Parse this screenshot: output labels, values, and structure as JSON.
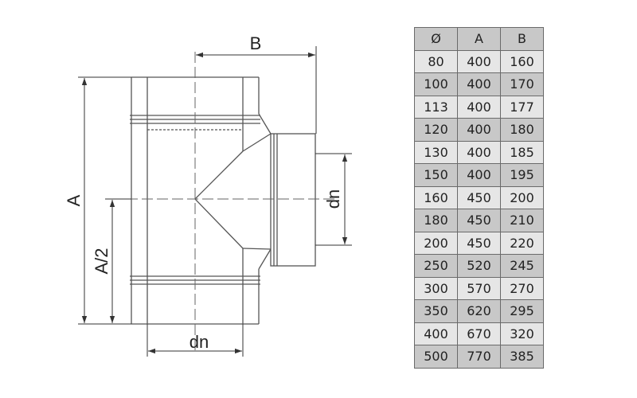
{
  "labels": {
    "A": "A",
    "B": "B",
    "A_half": "A/2",
    "dn_side": "dn",
    "dn_bottom": "dn"
  },
  "table": {
    "headers": [
      "Ø",
      "A",
      "B"
    ],
    "rows": [
      [
        "80",
        "400",
        "160"
      ],
      [
        "100",
        "400",
        "170"
      ],
      [
        "113",
        "400",
        "177"
      ],
      [
        "120",
        "400",
        "180"
      ],
      [
        "130",
        "400",
        "185"
      ],
      [
        "150",
        "400",
        "195"
      ],
      [
        "160",
        "450",
        "200"
      ],
      [
        "180",
        "450",
        "210"
      ],
      [
        "200",
        "450",
        "220"
      ],
      [
        "250",
        "520",
        "245"
      ],
      [
        "300",
        "570",
        "270"
      ],
      [
        "350",
        "620",
        "295"
      ],
      [
        "400",
        "670",
        "320"
      ],
      [
        "500",
        "770",
        "385"
      ]
    ]
  }
}
